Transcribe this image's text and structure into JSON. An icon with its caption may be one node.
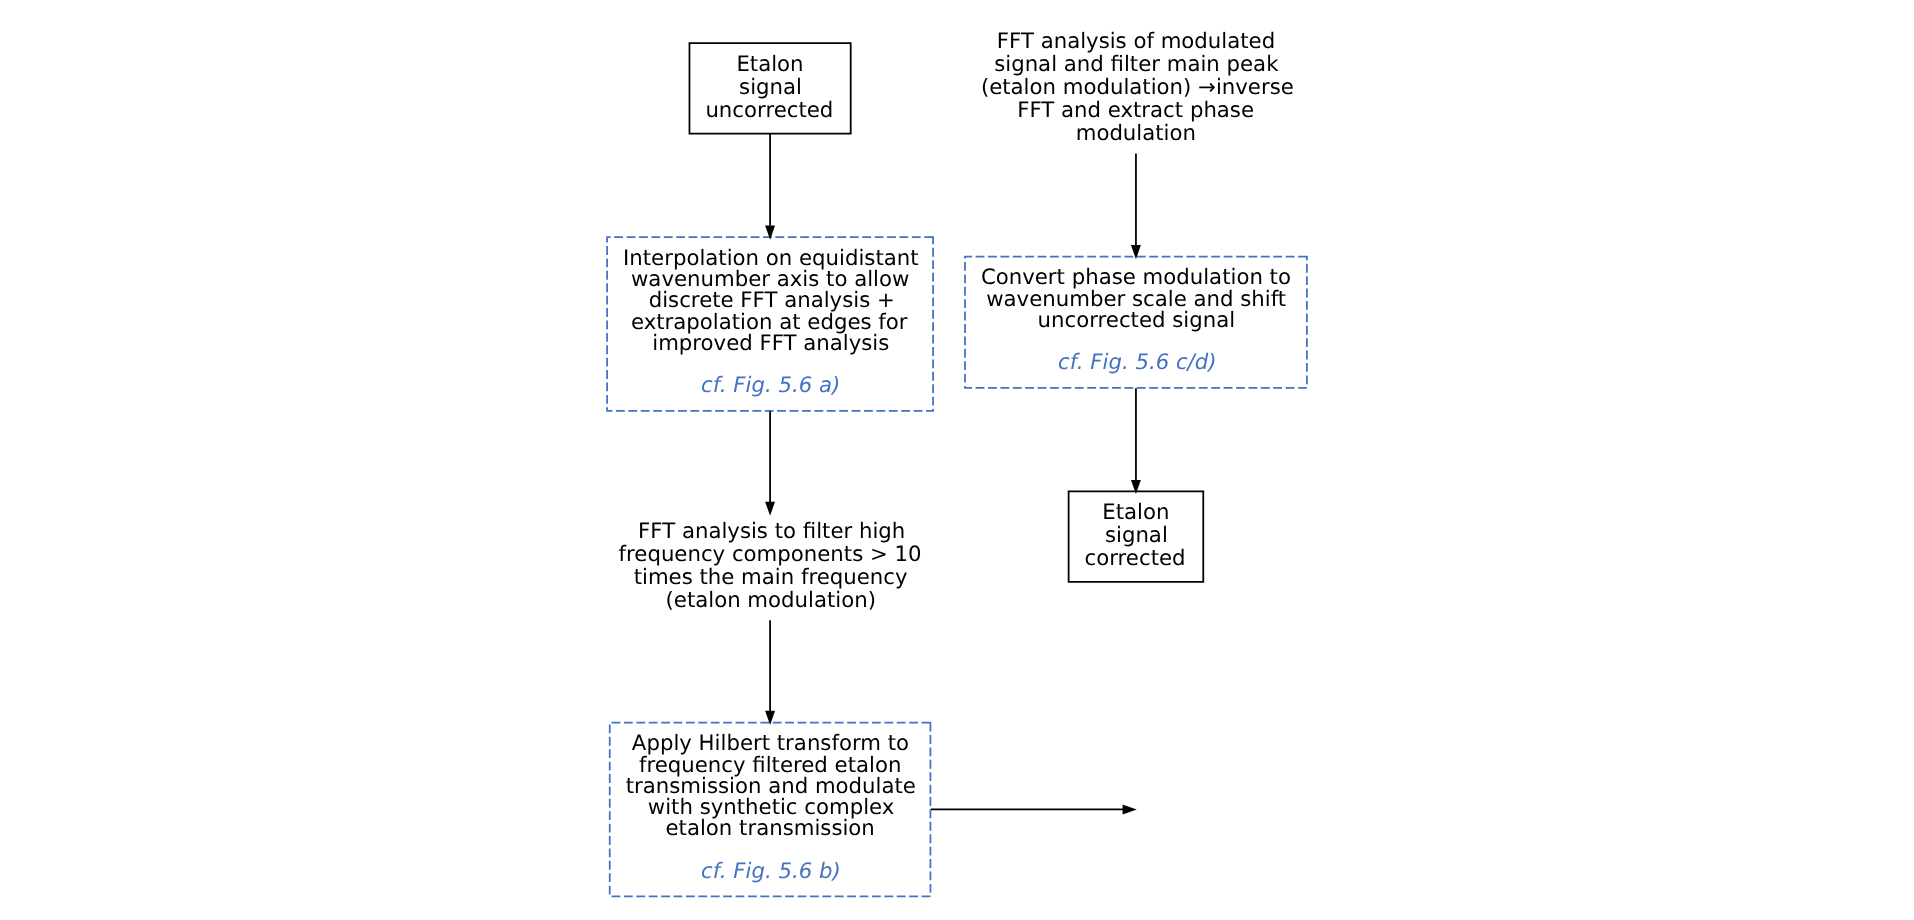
{
  "diagram": {
    "nodes": [
      {
        "text": [
          "Etalon signal uncorrected"
        ]
      },
      {
        "text": [
          "Interpolation on equidistant wavenumber axis to allow discrete FFT analysis + extrapolation at edges for improved FFT analysis",
          "cf. Fig. 5.6 a)"
        ]
      },
      {
        "text": [
          "FFT analysis to filter high frequency components > 10 times the main frequency (etalon modulation)"
        ]
      },
      {
        "text": [
          "Apply Hilbert transform to frequency filtered etalon transmission and modulate with synthetic complex etalon transmission",
          "cf. Fig. 5.6 b)"
        ]
      },
      {
        "text": [
          "FFT analysis of modulated signal and filter main peak (etalon modulation) →inverse FFT and extract phase modulation"
        ]
      },
      {
        "text": [
          "Convert phase modulation to wavenumber scale and shift uncorrected signal",
          "cf. Fig. 5.6 c/d)"
        ]
      },
      {
        "text": [
          "Etalon signal corrected"
        ]
      }
    ],
    "edges": [
      {
        "from": 0,
        "to": 1,
        "arrow": "to"
      },
      {
        "from": 1,
        "to": 2,
        "arrow": "to"
      },
      {
        "from": 2,
        "to": 3,
        "arrow": "to"
      },
      {
        "from": 3,
        "to": null,
        "arrow": "to"
      },
      {
        "from": 4,
        "to": 5,
        "arrow": "to"
      },
      {
        "from": 5,
        "to": 6,
        "arrow": "to"
      }
    ]
  }
}
